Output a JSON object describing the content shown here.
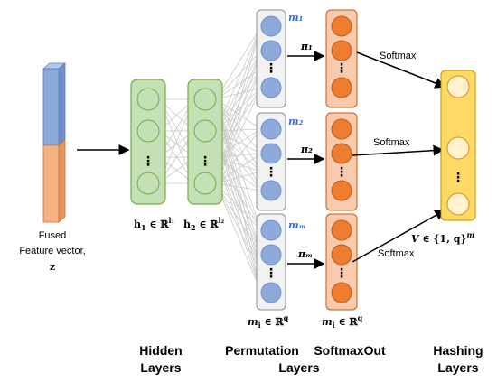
{
  "colors": {
    "blue": "#8eaadb",
    "orange": "#f4b183",
    "green_fill": "#c5e0b4",
    "green_stroke": "#70ad47",
    "perm_fill": "#f2f2f2",
    "perm_node": "#8eaadb",
    "soft_fill": "#f8cbad",
    "soft_node": "#ed7d31",
    "hash_fill": "#ffd966",
    "hash_node": "#fff2cc"
  },
  "input": {
    "label_line1": "Fused",
    "label_line2": "Feature vector,",
    "label_line3": "z"
  },
  "hidden": {
    "h1_label": "h₁ ∈ ℝ^{l₁}",
    "h1_main": "h",
    "h1_sub": "1",
    "h1_set": " ∈ ℝ",
    "h1_sup": "l₁",
    "h2_main": "h",
    "h2_sub": "2",
    "h2_set": " ∈ ℝ",
    "h2_sup": "l₂",
    "title_line1": "Hidden",
    "title_line2": "Layers"
  },
  "permutation": {
    "m1": "m₁",
    "m2": "m₂",
    "mm": "mₘ",
    "bottom_main": "m",
    "bottom_sub": "i",
    "bottom_set": " ∈ ℝ",
    "bottom_sup": "q",
    "title_line1": "Permutation",
    "title_line2": "Layers"
  },
  "softmax": {
    "pi1": "π₁",
    "pi2": "π₂",
    "pim": "πₘ",
    "bottom_main": "m",
    "bottom_sub": "i",
    "bottom_set": " ∈ ℝ",
    "bottom_sup": "q",
    "title": "SoftmaxOut",
    "arrow_label_1": "Softmax",
    "arrow_label_2": "Softmax",
    "arrow_label_3": "Softmax"
  },
  "hashing": {
    "v_main": "V",
    "v_set": " ∈ {1, q}",
    "v_sup": "m",
    "title_line1": "Hashing",
    "title_line2": "Layers"
  }
}
